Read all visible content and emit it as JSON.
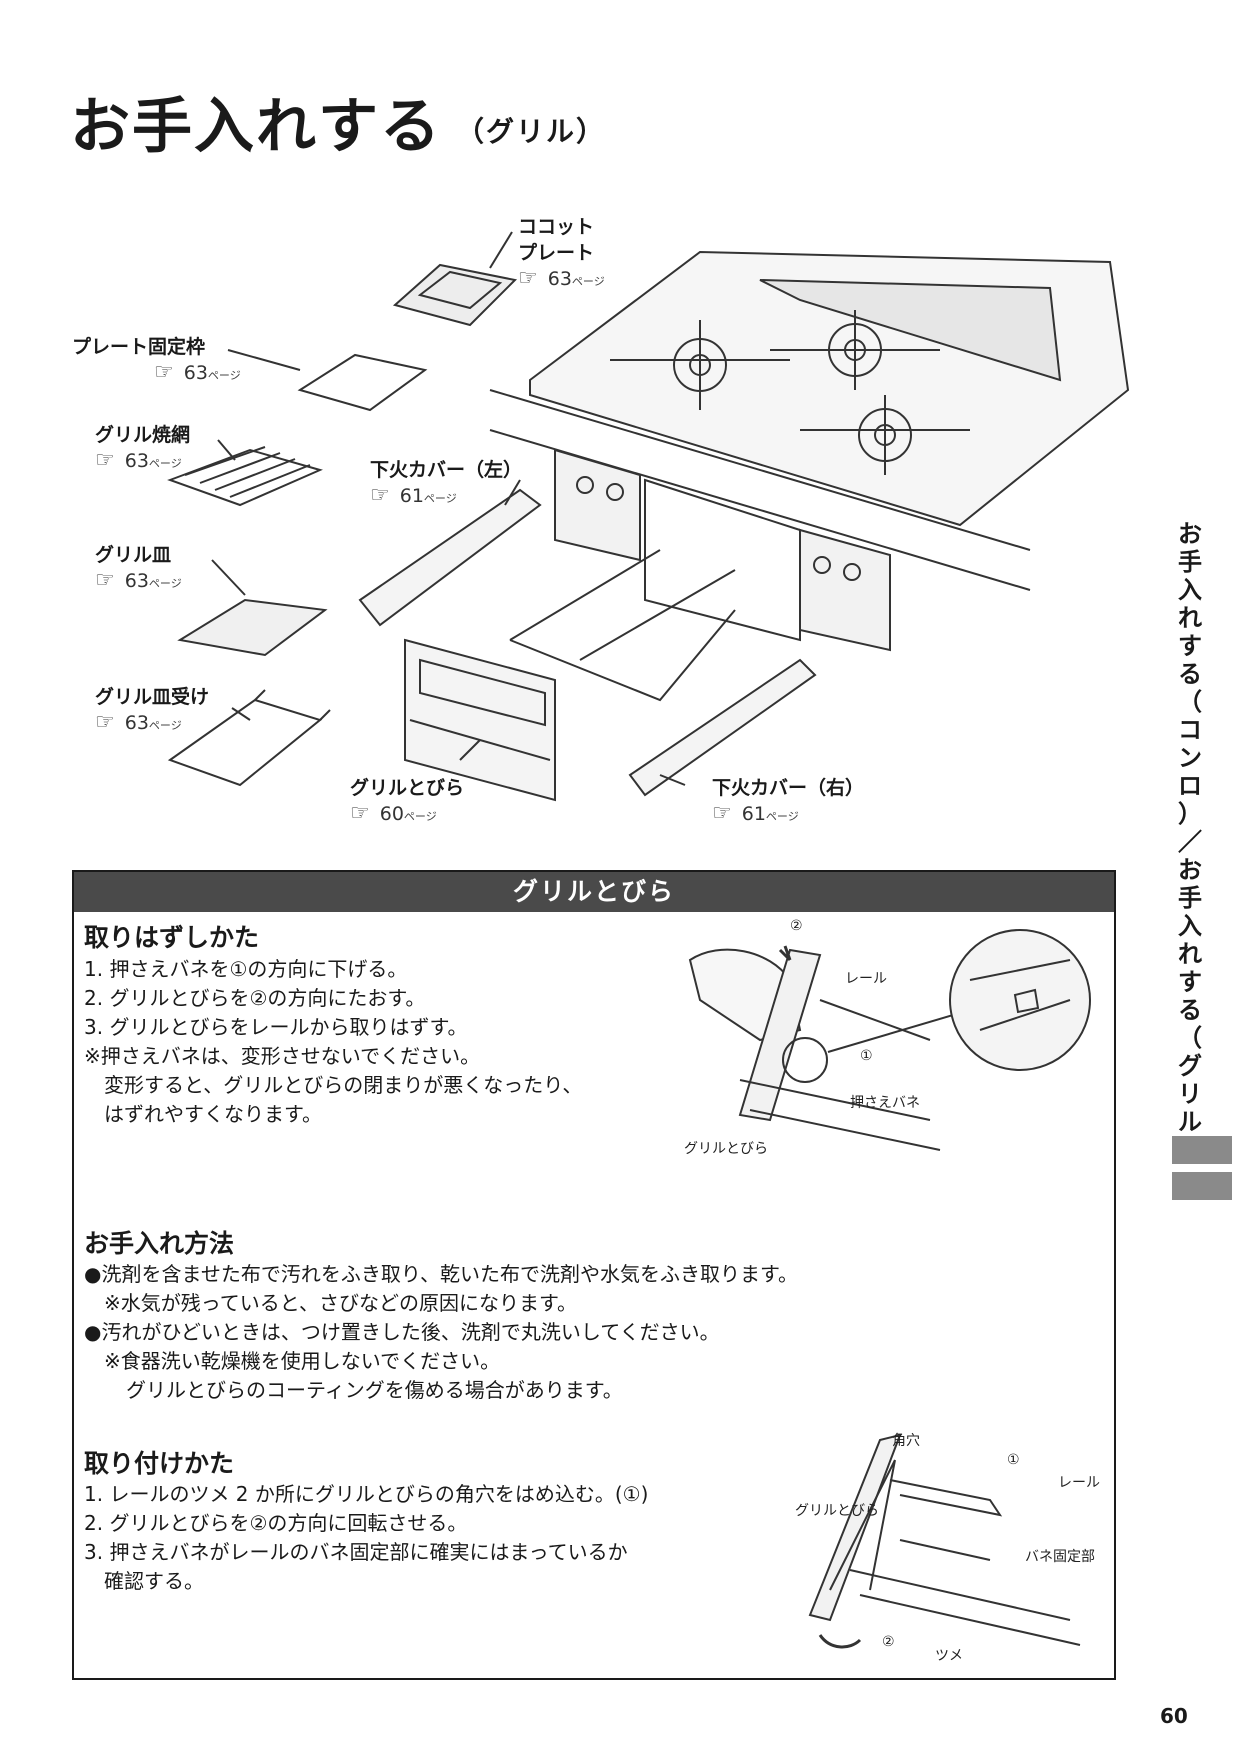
{
  "header": {
    "title": "お手入れする",
    "subtitle": "（グリル）"
  },
  "parts": {
    "cocotte": {
      "name1": "ココット",
      "name2": "プレート",
      "page": "63",
      "unit": "ページ"
    },
    "frame": {
      "name": "プレート固定枠",
      "page": "63",
      "unit": "ページ"
    },
    "grill_net": {
      "name": "グリル焼網",
      "page": "63",
      "unit": "ページ"
    },
    "grill_tray": {
      "name": "グリル皿",
      "page": "63",
      "unit": "ページ"
    },
    "tray_holder": {
      "name": "グリル皿受け",
      "page": "63",
      "unit": "ページ"
    },
    "lower_cover_left": {
      "name": "下火カバー（左）",
      "page": "61",
      "unit": "ページ"
    },
    "grill_door": {
      "name": "グリルとびら",
      "page": "60",
      "unit": "ページ"
    },
    "lower_cover_right": {
      "name": "下火カバー（右）",
      "page": "61",
      "unit": "ページ"
    }
  },
  "section": {
    "title": "グリルとびら",
    "remove": {
      "heading": "取りはずしかた",
      "steps": [
        "1. 押さえバネを①の方向に下げる。",
        "2. グリルとびらを②の方向にたおす。",
        "3. グリルとびらをレールから取りはずす。"
      ],
      "note1": "※押さえバネは、変形させないでください。",
      "note2": "変形すると、グリルとびらの閉まりが悪くなったり、",
      "note3": "はずれやすくなります。",
      "fig_labels": {
        "rail": "レール",
        "spring": "押さえバネ",
        "door": "グリルとびら",
        "n1": "①",
        "n2": "②"
      }
    },
    "care": {
      "heading": "お手入れ方法",
      "b1": "●洗剤を含ませた布で汚れをふき取り、乾いた布で洗剤や水気をふき取ります。",
      "n1": "※水気が残っていると、さびなどの原因になります。",
      "b2": "●汚れがひどいときは、つけ置きした後、洗剤で丸洗いしてください。",
      "n2a": "※食器洗い乾燥機を使用しないでください。",
      "n2b": "グリルとびらのコーティングを傷める場合があります。"
    },
    "attach": {
      "heading": "取り付けかた",
      "s1": "1. レールのツメ 2 か所にグリルとびらの角穴をはめ込む。(①)",
      "s2": "2. グリルとびらを②の方向に回転させる。",
      "s3a": "3. 押さえバネがレールのバネ固定部に確実にはまっているか",
      "s3b": "確認する。",
      "fig_labels": {
        "hole": "角穴",
        "rail": "レール",
        "door": "グリルとびら",
        "fix": "バネ固定部",
        "claw": "ツメ",
        "n1": "①",
        "n2": "②"
      }
    }
  },
  "side_tab": [
    "お",
    "手",
    "入",
    "れ",
    "す",
    "る",
    "（",
    "コ",
    "ン",
    "ロ",
    "）",
    "／",
    "お",
    "手",
    "入",
    "れ",
    "す",
    "る",
    "（",
    "グ",
    "リ",
    "ル",
    "）"
  ],
  "page_number": "60"
}
